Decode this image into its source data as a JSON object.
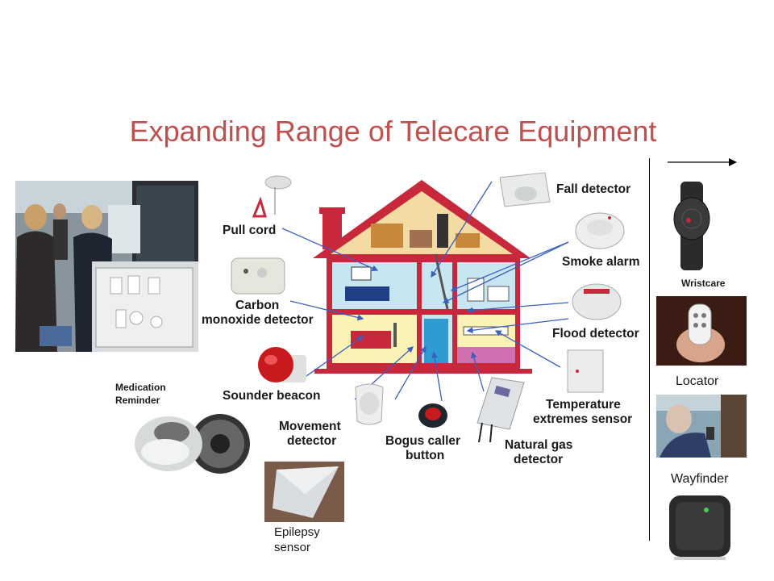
{
  "slide": {
    "title": "Expanding Range of Telecare Equipment"
  },
  "house_labels": {
    "pull_cord": "Pull cord",
    "carbon": "Carbon",
    "monoxide_detector": "monoxide detector",
    "sounder_beacon": "Sounder beacon",
    "movement": "Movement",
    "detector": "detector",
    "bogus_caller": "Bogus caller",
    "button": "button",
    "natural_gas": "Natural gas",
    "gas_detector": "detector",
    "temperature": "Temperature",
    "extremes_sensor": "extremes sensor",
    "fall_detector": "Fall detector",
    "smoke_alarm": "Smoke alarm",
    "flood_detector": "Flood detector"
  },
  "left_labels": {
    "medication_line1": "Medication",
    "medication_line2": "Reminder",
    "epilepsy_line1": "Epilepsy",
    "epilepsy_line2": "sensor"
  },
  "right_column": {
    "wristcare": "Wristcare",
    "locator": "Locator",
    "wayfinder": "Wayfinder"
  },
  "colors": {
    "title": "#c0504d",
    "house_wall": "#c8283c",
    "roof_fill": "#f3dba3",
    "room_blue": "#c6e6f2",
    "room_yellow": "#fbf3b6",
    "arrow_blue": "#3b5fc0"
  }
}
